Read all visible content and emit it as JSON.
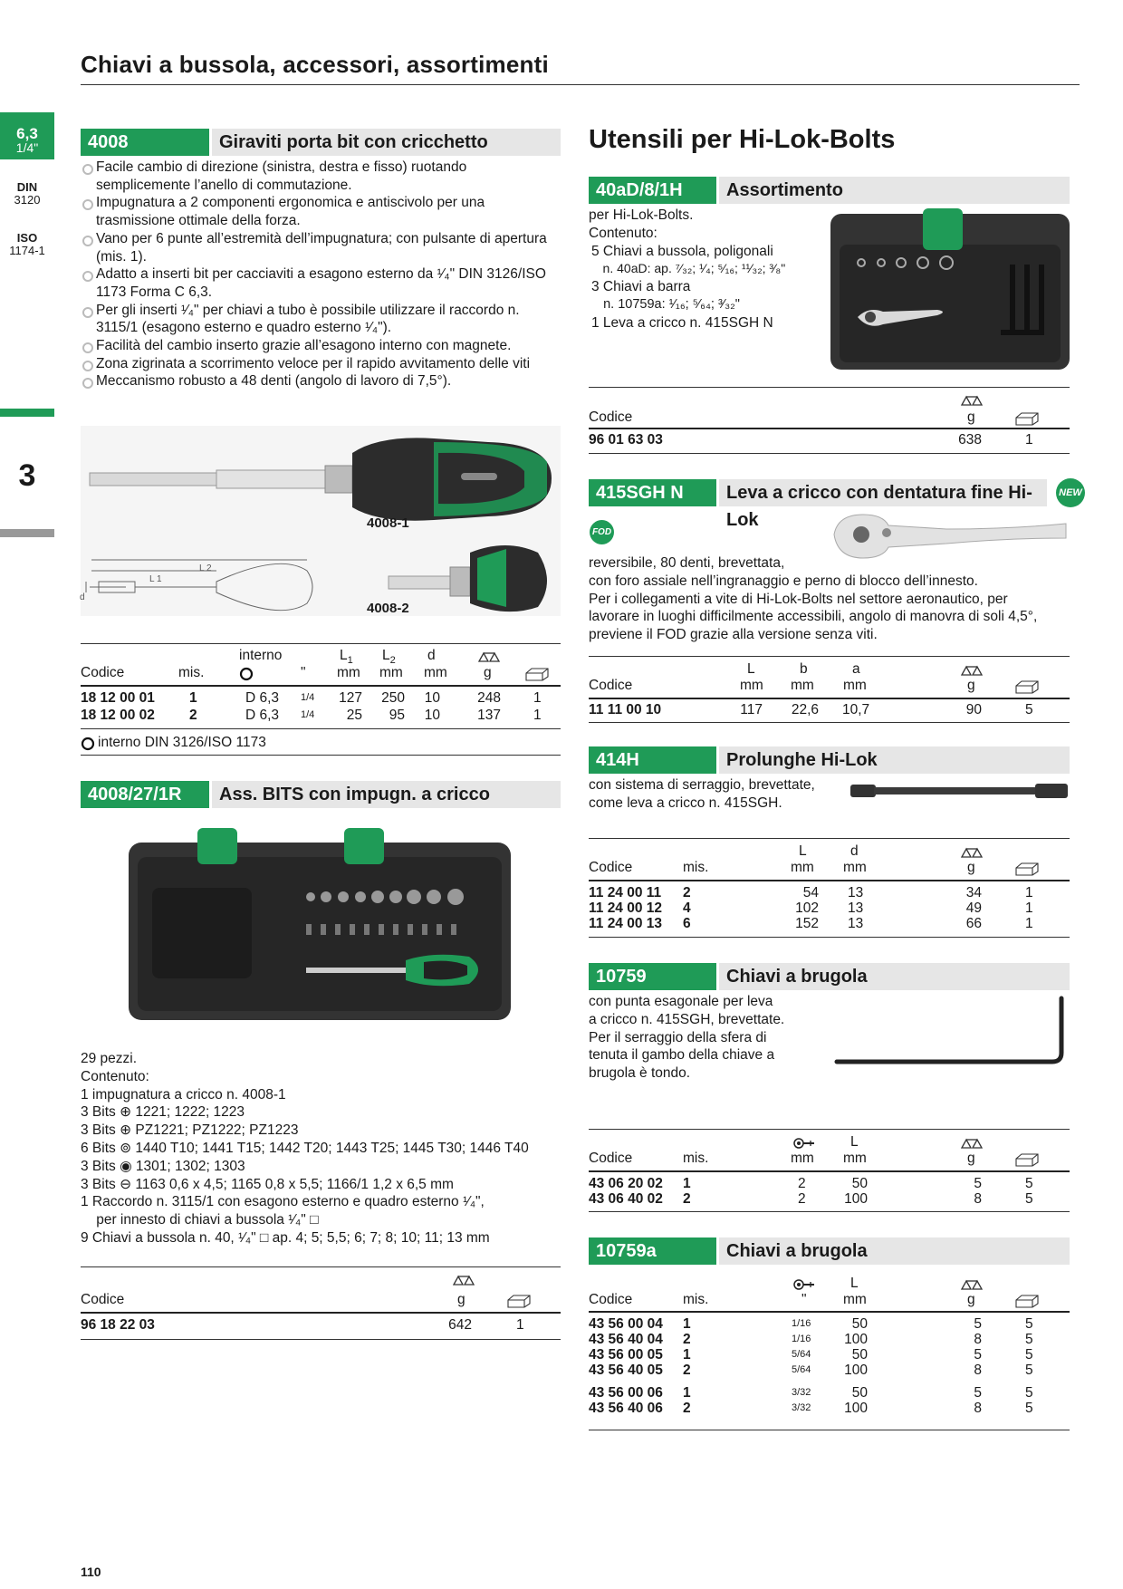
{
  "header": {
    "title": "Chiavi a bussola, accessori, assortimenti"
  },
  "sidebar": {
    "size_big": "6,3",
    "size_small": "1/4\"",
    "din_label": "DIN",
    "din_value": "3120",
    "iso_label": "ISO",
    "iso_value": "1174-1",
    "chapter": "3"
  },
  "s4008": {
    "code": "4008",
    "name": "Giraviti porta bit con cricchetto",
    "bullets": [
      "Facile cambio di direzione (sinistra, destra e fisso) ruotando semplicemente l’anello di commutazione.",
      "Impugnatura a 2 componenti ergonomica e antiscivolo per una trasmissione ottimale della forza.",
      "Vano per 6 punte all’estremità dell’impugnatura; con pulsante di apertura (mis. 1).",
      "Adatto a inserti bit per cacciaviti a esagono esterno da ¹⁄₄\" DIN 3126/ISO 1173 Forma C 6,3.",
      "Per gli inserti ¹⁄₄\" per chiavi a tubo è possibile utilizzare il raccordo n. 3115/1 (esagono esterno e quadro esterno ¹⁄₄\").",
      "Facilità del cambio inserto grazie all’esagono interno con magnete.",
      "Zona zigrinata a scorrimento veloce per il rapido avvitamento delle viti",
      "Meccanismo robusto a 48 denti (angolo di lavoro di 7,5°)."
    ],
    "cap1": "4008-1",
    "cap2": "4008-2",
    "dim_l2": "L 2",
    "dim_l1": "L 1",
    "dim_d": "d",
    "table": {
      "h_interno": "interno",
      "h_l1": "L",
      "h_l1_sub": "1",
      "h_l2": "L",
      "h_l2_sub": "2",
      "h_d": "d",
      "h_codice": "Codice",
      "h_mis": "mis.",
      "h_inch": "\"",
      "h_mm1": "mm",
      "h_mm2": "mm",
      "h_mm3": "mm",
      "h_g": "g",
      "rows": [
        {
          "code": "18 12 00 01",
          "mis": "1",
          "int": "D 6,3",
          "fr": "1/4",
          "l1": "127",
          "l2": "250",
          "d": "10",
          "g": "248",
          "pk": "1"
        },
        {
          "code": "18 12 00 02",
          "mis": "2",
          "int": "D 6,3",
          "fr": "1/4",
          "l1": "25",
          "l2": "95",
          "d": "10",
          "g": "137",
          "pk": "1"
        }
      ],
      "note": "interno DIN 3126/ISO 1173"
    }
  },
  "s4008_27": {
    "code": "4008/27/1R",
    "name": "Ass. BITS con impugn. a cricco",
    "lines": [
      "29 pezzi.",
      "Contenuto:",
      "1  impugnatura a cricco n. 4008-1",
      "3  Bits ⊕ 1221; 1222; 1223",
      "3  Bits ⊕ PZ1221; PZ1222; PZ1223",
      "6  Bits ⊚ 1440 T10; 1441 T15; 1442 T20; 1443 T25; 1445 T30; 1446 T40",
      "3  Bits ◉ 1301; 1302; 1303",
      "3  Bits ⊖ 1163 0,6 x 4,5; 1165 0,8 x 5,5; 1166/1 1,2 x 6,5 mm",
      "1  Raccordo n. 3115/1 con esagono esterno e quadro esterno ¹⁄₄\",",
      "    per innesto di chiavi a bussola ¹⁄₄\" □",
      "9  Chiavi a bussola n. 40, ¹⁄₄\" □ ap. 4; 5; 5,5; 6; 7; 8; 10; 11; 13 mm"
    ],
    "table": {
      "h_codice": "Codice",
      "h_g": "g",
      "code": "96 18 22 03",
      "g": "642",
      "pk": "1"
    }
  },
  "right": {
    "title": "Utensili per Hi-Lok-Bolts"
  },
  "s40ad": {
    "code": "40aD/8/1H",
    "name": "Assortimento",
    "lines": [
      "per Hi-Lok-Bolts.",
      "Contenuto:",
      "5  Chiavi a bussola, poligonali",
      "    n. 40aD: ap. ⁷⁄₃₂; ¹⁄₄; ⁵⁄₁₆; ¹¹⁄₃₂; ³⁄₈\"",
      "3  Chiavi a barra",
      "    n. 10759a: ¹⁄₁₆; ⁵⁄₆₄; ³⁄₃₂\"",
      "1  Leva a cricco n. 415SGH N"
    ],
    "table": {
      "h_codice": "Codice",
      "h_g": "g",
      "code": "96 01 63 03",
      "g": "638",
      "pk": "1"
    }
  },
  "s415": {
    "code": "415SGH N",
    "name": "Leva a cricco con dentatura fine Hi-Lok",
    "new_badge": "NEW",
    "fod_badge": "FOD",
    "lines": [
      "reversibile, 80 denti, brevettata,",
      "con foro assiale nell’ingranaggio e perno di blocco dell’innesto.",
      "Per i collegamenti a vite di Hi-Lok-Bolts nel settore aeronautico, per",
      "lavorare in luoghi difficilmente accessibili, angolo di manovra di soli 4,5°,",
      "previene il FOD grazie alla versione senza viti."
    ],
    "table": {
      "h_codice": "Codice",
      "h_L": "L",
      "h_b": "b",
      "h_a": "a",
      "h_mm": "mm",
      "h_g": "g",
      "code": "11 11 00 10",
      "L": "117",
      "b": "22,6",
      "a": "10,7",
      "g": "90",
      "pk": "5"
    }
  },
  "s414": {
    "code": "414H",
    "name": "Prolunghe Hi-Lok",
    "lines": [
      "con sistema di serraggio, brevettate,",
      "come leva a cricco n. 415SGH."
    ],
    "table": {
      "h_codice": "Codice",
      "h_mis": "mis.",
      "h_L": "L",
      "h_d": "d",
      "h_mm": "mm",
      "h_g": "g",
      "rows": [
        {
          "code": "11 24 00 11",
          "mis": "2",
          "L": "54",
          "d": "13",
          "g": "34",
          "pk": "1"
        },
        {
          "code": "11 24 00 12",
          "mis": "4",
          "L": "102",
          "d": "13",
          "g": "49",
          "pk": "1"
        },
        {
          "code": "11 24 00 13",
          "mis": "6",
          "L": "152",
          "d": "13",
          "g": "66",
          "pk": "1"
        }
      ]
    }
  },
  "s10759": {
    "code": "10759",
    "name": "Chiavi a brugola",
    "lines": [
      "con punta esagonale per leva",
      "a cricco n. 415SGH, brevettate.",
      "Per il serraggio della sfera di",
      "tenuta il gambo della chiave a",
      "brugola è tondo."
    ],
    "table": {
      "h_codice": "Codice",
      "h_mis": "mis.",
      "h_L": "L",
      "h_mm": "mm",
      "h_g": "g",
      "rows": [
        {
          "code": "43 06 20 02",
          "mis": "1",
          "s": "2",
          "L": "50",
          "g": "5",
          "pk": "5"
        },
        {
          "code": "43 06 40 02",
          "mis": "2",
          "s": "2",
          "L": "100",
          "g": "8",
          "pk": "5"
        }
      ]
    }
  },
  "s10759a": {
    "code": "10759a",
    "name": "Chiavi a brugola",
    "table": {
      "h_codice": "Codice",
      "h_mis": "mis.",
      "h_inch": "\"",
      "h_L": "L",
      "h_mm": "mm",
      "h_g": "g",
      "rows": [
        {
          "code": "43 56 00 04",
          "mis": "1",
          "fr": "1/16",
          "L": "50",
          "g": "5",
          "pk": "5"
        },
        {
          "code": "43 56 40 04",
          "mis": "2",
          "fr": "1/16",
          "L": "100",
          "g": "8",
          "pk": "5"
        },
        {
          "code": "43 56 00 05",
          "mis": "1",
          "fr": "5/64",
          "L": "50",
          "g": "5",
          "pk": "5"
        },
        {
          "code": "43 56 40 05",
          "mis": "2",
          "fr": "5/64",
          "L": "100",
          "g": "8",
          "pk": "5"
        },
        {
          "code": "43 56 00 06",
          "mis": "1",
          "fr": "3/32",
          "L": "50",
          "g": "5",
          "pk": "5"
        },
        {
          "code": "43 56 40 06",
          "mis": "2",
          "fr": "3/32",
          "L": "100",
          "g": "8",
          "pk": "5"
        }
      ]
    }
  },
  "footer": {
    "page": "110"
  },
  "colors": {
    "brand_green": "#1f9b57",
    "header_gray": "#e6e6e6"
  }
}
